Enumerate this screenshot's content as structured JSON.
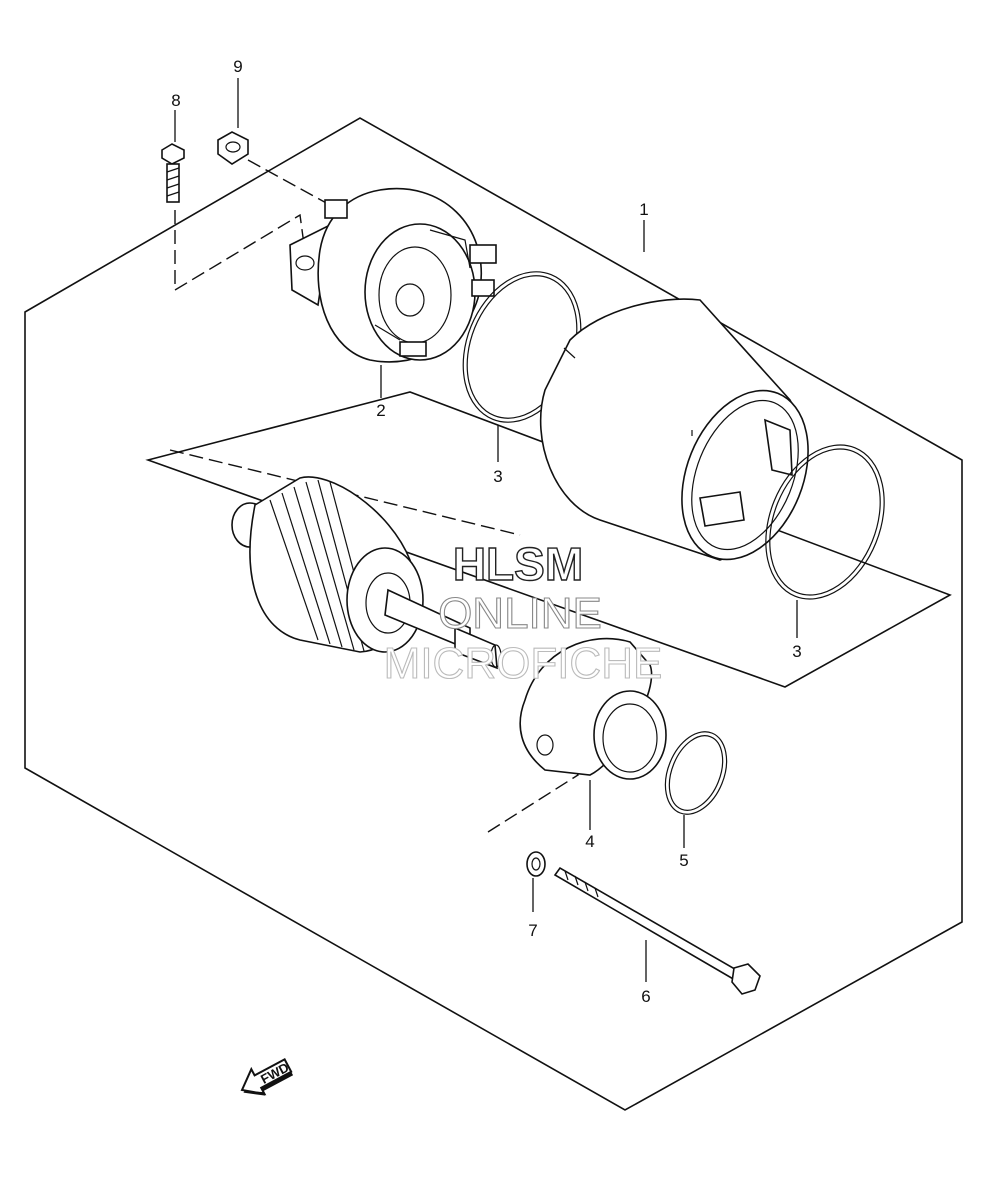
{
  "callouts": [
    {
      "id": "1",
      "label": "1"
    },
    {
      "id": "2",
      "label": "2"
    },
    {
      "id": "3a",
      "label": "3"
    },
    {
      "id": "3b",
      "label": "3"
    },
    {
      "id": "4",
      "label": "4"
    },
    {
      "id": "5",
      "label": "5"
    },
    {
      "id": "6",
      "label": "6"
    },
    {
      "id": "7",
      "label": "7"
    },
    {
      "id": "8",
      "label": "8"
    },
    {
      "id": "9",
      "label": "9"
    }
  ],
  "watermark": {
    "line1": "HLSM",
    "line2": "ONLINE",
    "line3": "MICROFICHE"
  },
  "direction_indicator": {
    "label": "FWD",
    "icon": "fwd-arrow-icon"
  }
}
